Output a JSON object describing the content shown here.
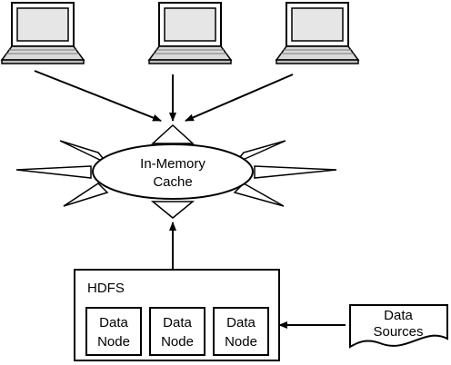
{
  "cache": {
    "line1": "In-Memory",
    "line2": "Cache"
  },
  "hdfs": {
    "label": "HDFS",
    "nodes": [
      {
        "line1": "Data",
        "line2": "Node"
      },
      {
        "line1": "Data",
        "line2": "Node"
      },
      {
        "line1": "Data",
        "line2": "Node"
      }
    ]
  },
  "data_sources": {
    "line1": "Data",
    "line2": "Sources"
  },
  "laptops": [
    {
      "icon": "laptop-icon"
    },
    {
      "icon": "laptop-icon"
    },
    {
      "icon": "laptop-icon"
    }
  ],
  "colors": {
    "stroke": "#000000",
    "screen": "#e6e6e6",
    "keyboard": "#d9d9d9",
    "fill": "#ffffff"
  }
}
